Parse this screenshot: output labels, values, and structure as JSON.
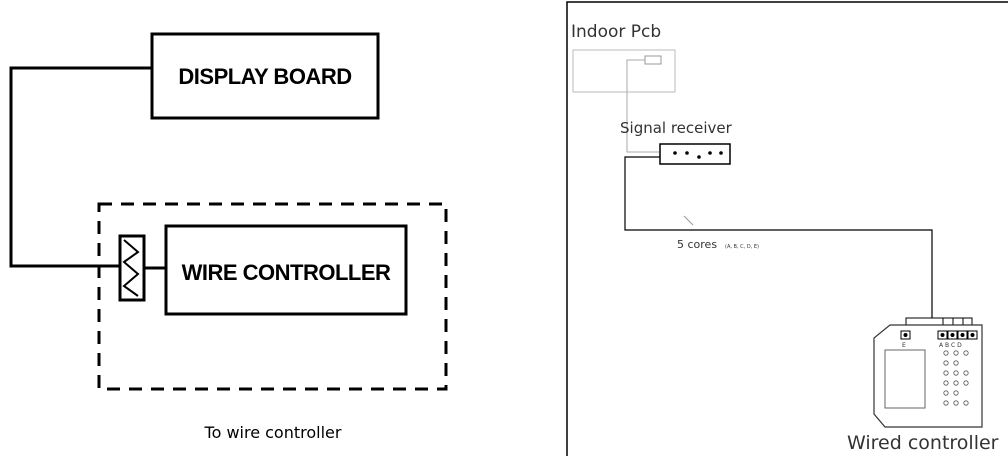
{
  "left_diagram": {
    "display_board_label": "DISPLAY BOARD",
    "wire_controller_label": "WIRE CONTROLLER",
    "caption": "To wire controller"
  },
  "right_diagram": {
    "indoor_pcb_label": "Indoor Pcb",
    "signal_receiver_label": "Signal receiver",
    "cores_label": "5 cores",
    "cores_detail": "(A, B, C, D, E)",
    "terminal_e": "E",
    "terminal_letters": "A B C D",
    "wired_controller_label": "Wired controller"
  }
}
